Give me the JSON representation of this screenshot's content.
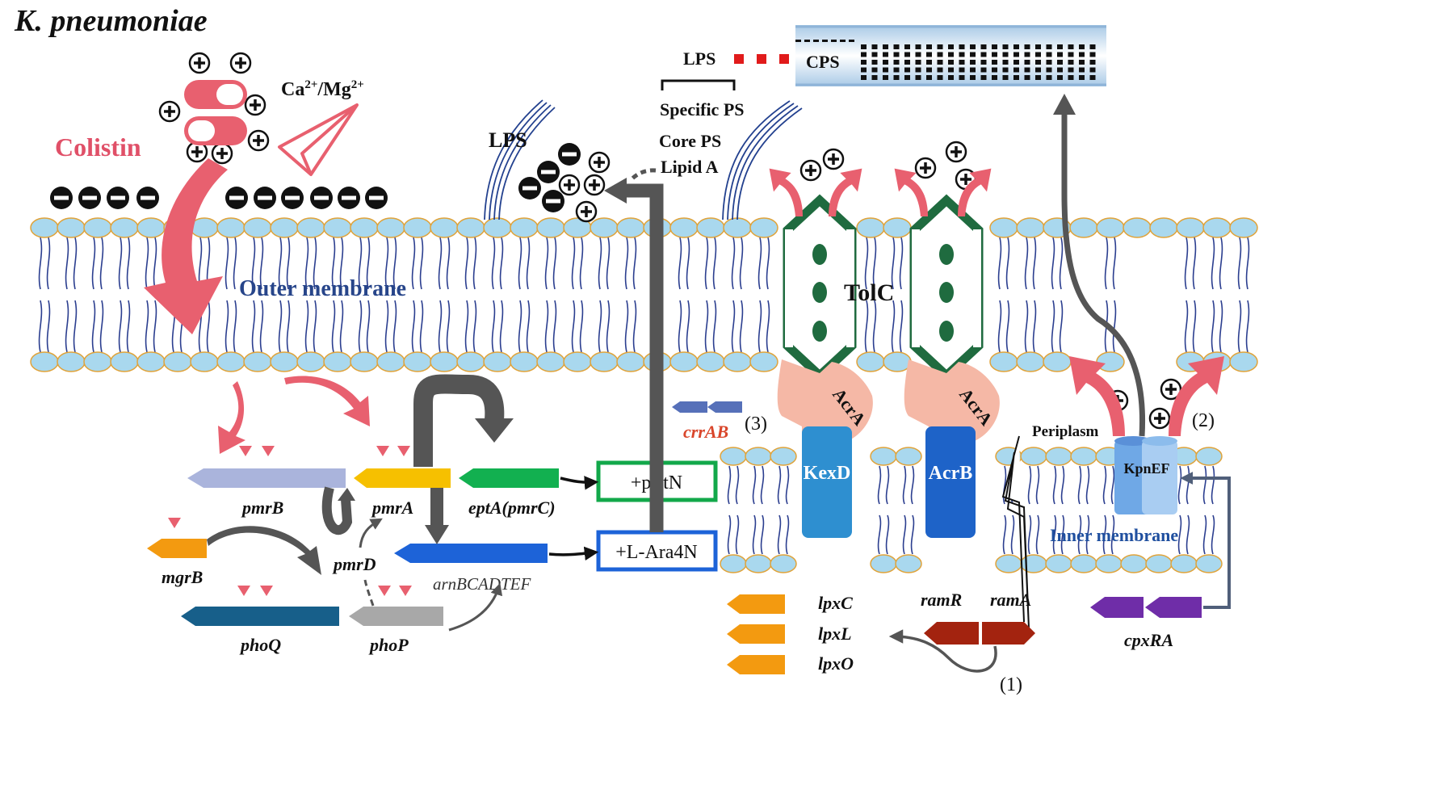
{
  "title": "K. pneumoniae",
  "colistin": "Colistin",
  "cations": "Ca2+/Mg2+",
  "cations_ion_a": "Ca",
  "cations_charge_a": "2+",
  "cations_sep": "/Mg",
  "cations_charge_b": "2+",
  "outer_membrane": "Outer membrane",
  "inner_membrane": "Inner membrane",
  "periplasm": "Periplasm",
  "lps_left": "LPS",
  "lps_structure": {
    "lps": "LPS",
    "cps": "CPS",
    "specific_ps": "Specific PS",
    "core_ps": "Core PS",
    "lipid_a": "Lipid A"
  },
  "proteins": {
    "tolc": "TolC",
    "acra1": "AcrA",
    "acra2": "AcrA",
    "kexd": "KexD",
    "acrb": "AcrB",
    "kpnef": "KpnEF"
  },
  "genes": {
    "pmrB": "pmrB",
    "pmrA": "pmrA",
    "eptA": "eptA(pmrC)",
    "mgrB": "mgrB",
    "pmrD": "pmrD",
    "arn": "arnBCADTEF",
    "phoQ": "phoQ",
    "phoP": "phoP",
    "crrAB": "crrAB",
    "lpxC": "lpxC",
    "lpxL": "lpxL",
    "lpxO": "lpxO",
    "ramR": "ramR",
    "ramA": "ramA",
    "cpxRA": "cpxRA"
  },
  "modifications": {
    "pEtN": "+pEtN",
    "LAra4N": "+L-Ara4N"
  },
  "mechanisms": {
    "m1": "(1)",
    "m2": "(2)",
    "m3": "(3)"
  },
  "colors": {
    "colistin_pink": "#e8606f",
    "head_blue": "#a9d8ee",
    "head_edge": "#e0a33a",
    "tail_blue": "#2b3e8f",
    "tolc_green": "#1f6b3f",
    "acra_pink": "#f5b8a6",
    "kexd_blue": "#2e8fd0",
    "acrb_blue": "#1e63c8",
    "kpnef_blue": "#6fa8e6",
    "pmrB": "#aab4dc",
    "pmrA": "#f6c000",
    "eptA": "#12b050",
    "mgrB": "#f39a10",
    "arn": "#1d63d8",
    "phoQ": "#175f8a",
    "phoP": "#a8a8a8",
    "crrAB": "#5670b9",
    "lpx": "#f39a10",
    "ram": "#a3230f",
    "cpxRA": "#6f2da8",
    "pEtN_box": "#12a84a",
    "LAra4N_box": "#1d63d8",
    "gray_arrow": "#555555",
    "outer_label": "#27458a",
    "inner_label": "#1f4f9f",
    "crrAB_label": "#d9462b"
  }
}
